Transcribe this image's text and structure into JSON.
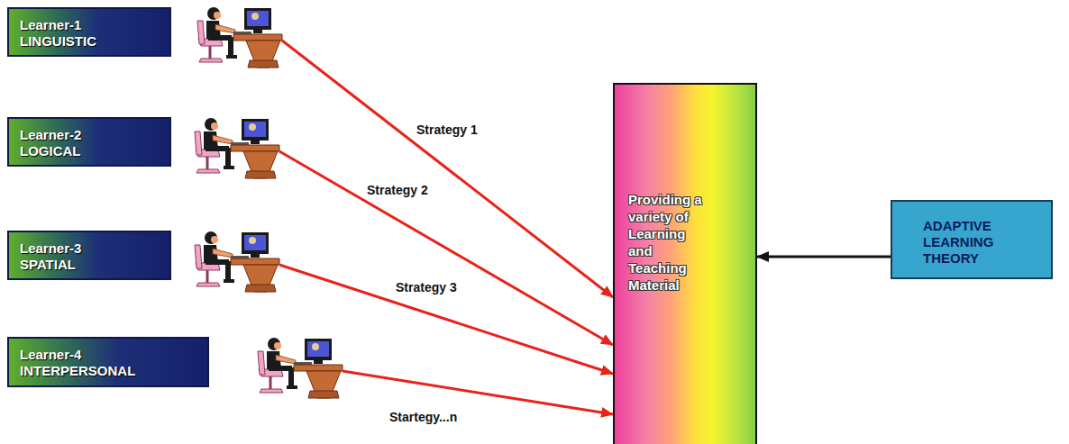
{
  "diagram": {
    "nodes": [
      {
        "text": [
          "Learner-1",
          "LINGUISTIC"
        ]
      },
      {
        "text": [
          "Learner-2",
          "LOGICAL"
        ]
      },
      {
        "text": [
          "Learner-3",
          "SPATIAL"
        ]
      },
      {
        "text": [
          "Learner-4",
          "INTERPERSONAL"
        ]
      },
      {
        "text": [
          "Providing a variety of Learning and Teaching Material"
        ]
      },
      {
        "text": [
          "ADAPTIVE LEARNING THEORY"
        ]
      }
    ],
    "edges": [
      {
        "from": 0,
        "to": 4,
        "arrow": "to",
        "label": "Strategy 1"
      },
      {
        "from": 1,
        "to": 4,
        "arrow": "to",
        "label": "Strategy 2"
      },
      {
        "from": 2,
        "to": 4,
        "arrow": "to",
        "label": "Strategy 3"
      },
      {
        "from": 3,
        "to": 4,
        "arrow": "to",
        "label": "Startegy...n"
      },
      {
        "from": 5,
        "to": 4,
        "arrow": "to"
      }
    ]
  }
}
